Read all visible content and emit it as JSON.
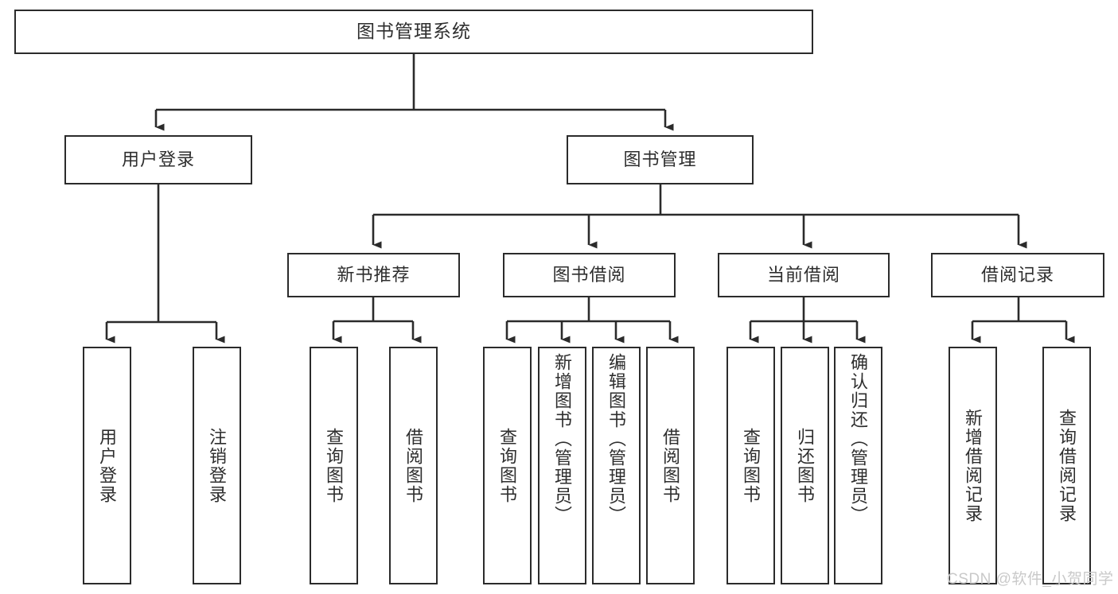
{
  "diagram": {
    "title": "图书管理系统",
    "type": "tree-hierarchy",
    "root": {
      "label": "图书管理系统"
    },
    "level2": [
      {
        "label": "用户登录"
      },
      {
        "label": "图书管理"
      }
    ],
    "level3": [
      {
        "label": "新书推荐"
      },
      {
        "label": "图书借阅"
      },
      {
        "label": "当前借阅"
      },
      {
        "label": "借阅记录"
      }
    ],
    "leaves": {
      "user_login": [
        {
          "label": "用户登录"
        },
        {
          "label": "注销登录"
        }
      ],
      "new_book_recommend": [
        {
          "label": "查询图书"
        },
        {
          "label": "借阅图书"
        }
      ],
      "book_borrow": [
        {
          "label": "查询图书"
        },
        {
          "label": "新增图书（管理员）"
        },
        {
          "label": "编辑图书（管理员）"
        },
        {
          "label": "借阅图书"
        }
      ],
      "current_borrow": [
        {
          "label": "查询图书"
        },
        {
          "label": "归还图书"
        },
        {
          "label": "确认归还（管理员）"
        }
      ],
      "borrow_record": [
        {
          "label": "新增借阅记录"
        },
        {
          "label": "查询借阅记录"
        }
      ]
    }
  },
  "watermark": {
    "text": "CSDN @软件_小贺同学"
  },
  "colors": {
    "border": "#2b2b2b",
    "text": "#2e2e2e",
    "background": "#ffffff",
    "watermark": "#c9c9c9"
  }
}
